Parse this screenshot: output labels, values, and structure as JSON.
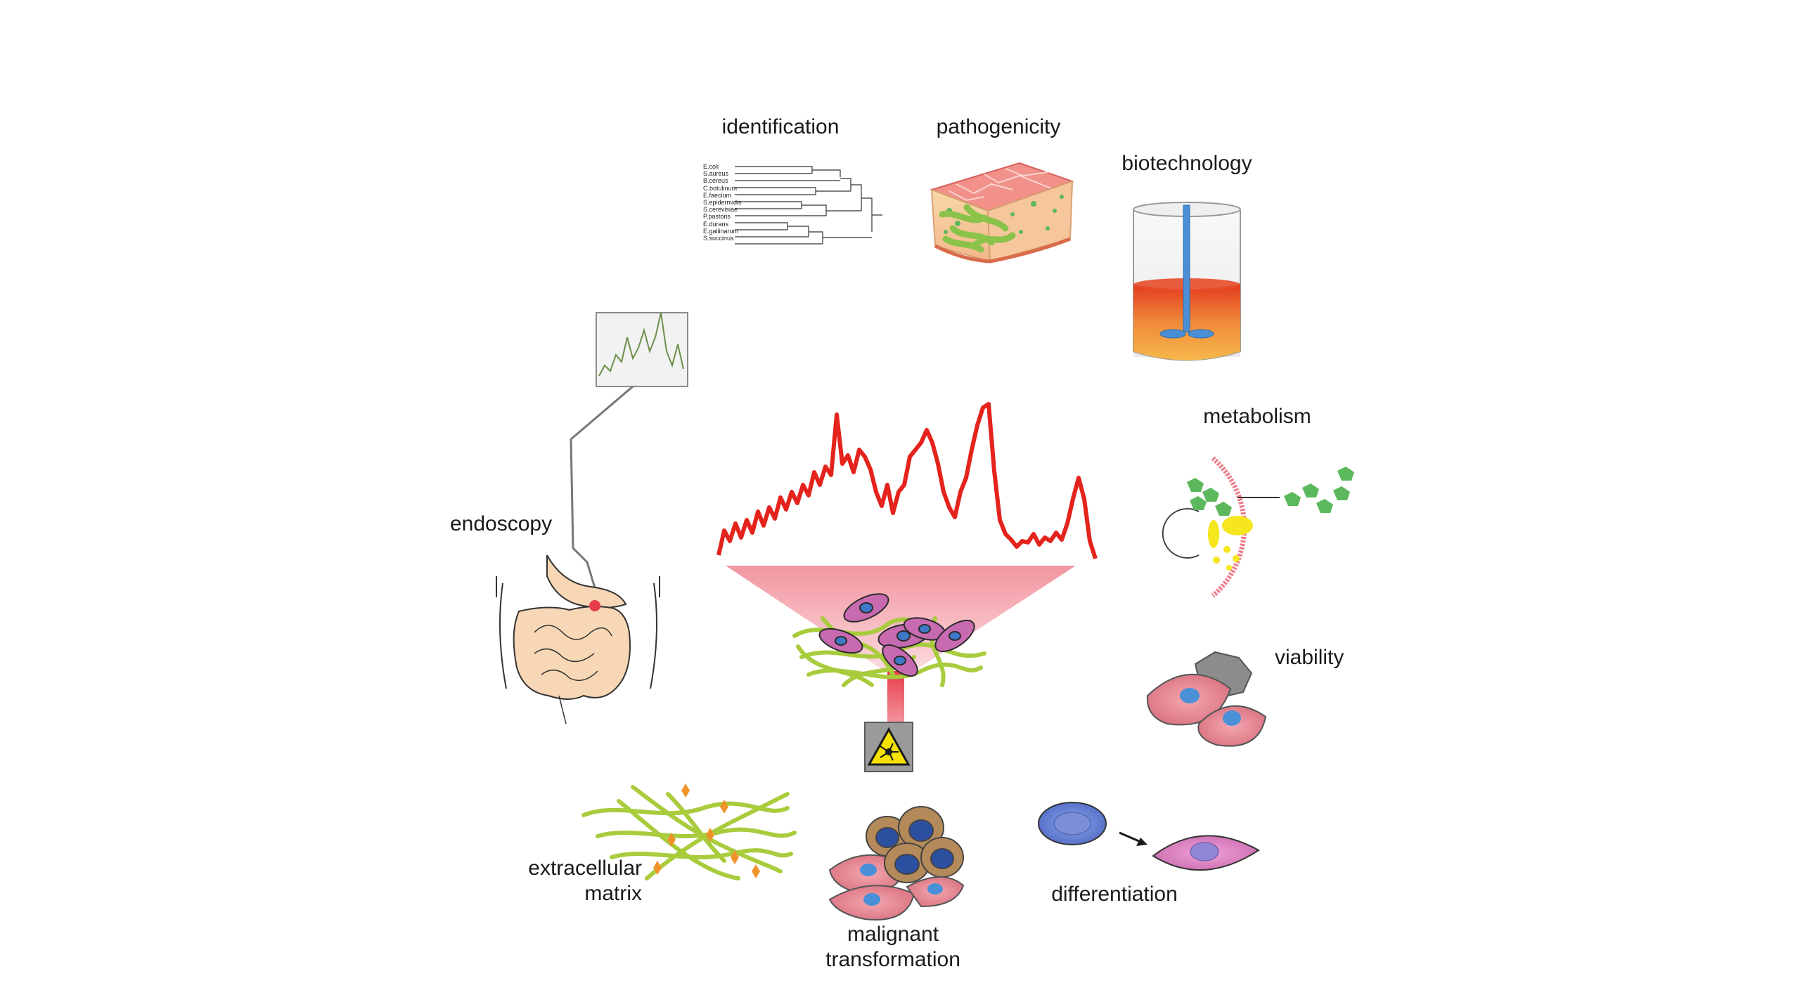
{
  "labels": {
    "identification": "identification",
    "pathogenicity": "pathogenicity",
    "biotechnology": "biotechnology",
    "metabolism": "metabolism",
    "viability": "viability",
    "endoscopy": "endoscopy",
    "extracellular_line1": "extracellular",
    "extracellular_line2": "matrix",
    "malignant_line1": "malignant",
    "malignant_line2": "transformation",
    "differentiation": "differentiation"
  },
  "dendrogram_species": [
    "E.coli",
    "S.aureus",
    "B.cereus",
    "C.botulinum",
    "E.faecium",
    "S.epidermidis",
    "S.cerevisiae",
    "P.pastoris",
    "E.durans",
    "E.gallinarum",
    "S.succinus"
  ],
  "colors": {
    "spectrum": "#e4231c",
    "laser_beam": "#f2a0a8",
    "fiber_green": "#a8cc3c",
    "cell_pink": "#e8848f",
    "nucleus_blue": "#3f78c8",
    "metabolite_green": "#5cb85c",
    "metabolite_yellow": "#f5e61e",
    "warning_yellow": "#f4e100",
    "tissue_pink": "#f08a8a",
    "organ_peach": "#f7d7b6"
  },
  "icons": {
    "laser": "laser-warning-icon",
    "arrow": "arrow-right-icon"
  }
}
